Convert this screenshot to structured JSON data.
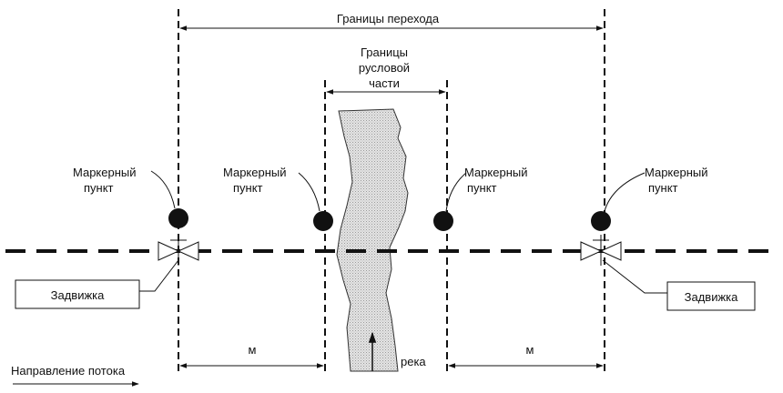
{
  "labels": {
    "crossing_boundaries": "Границы перехода",
    "channel_boundaries_line1": "Границы",
    "channel_boundaries_line2": "русловой",
    "channel_boundaries_line3": "части",
    "marker_line1": "Маркерный",
    "marker_line2": "пункт",
    "valve": "Задвижка",
    "distance": "м",
    "river": "река",
    "flow_direction": "Направление потока"
  }
}
